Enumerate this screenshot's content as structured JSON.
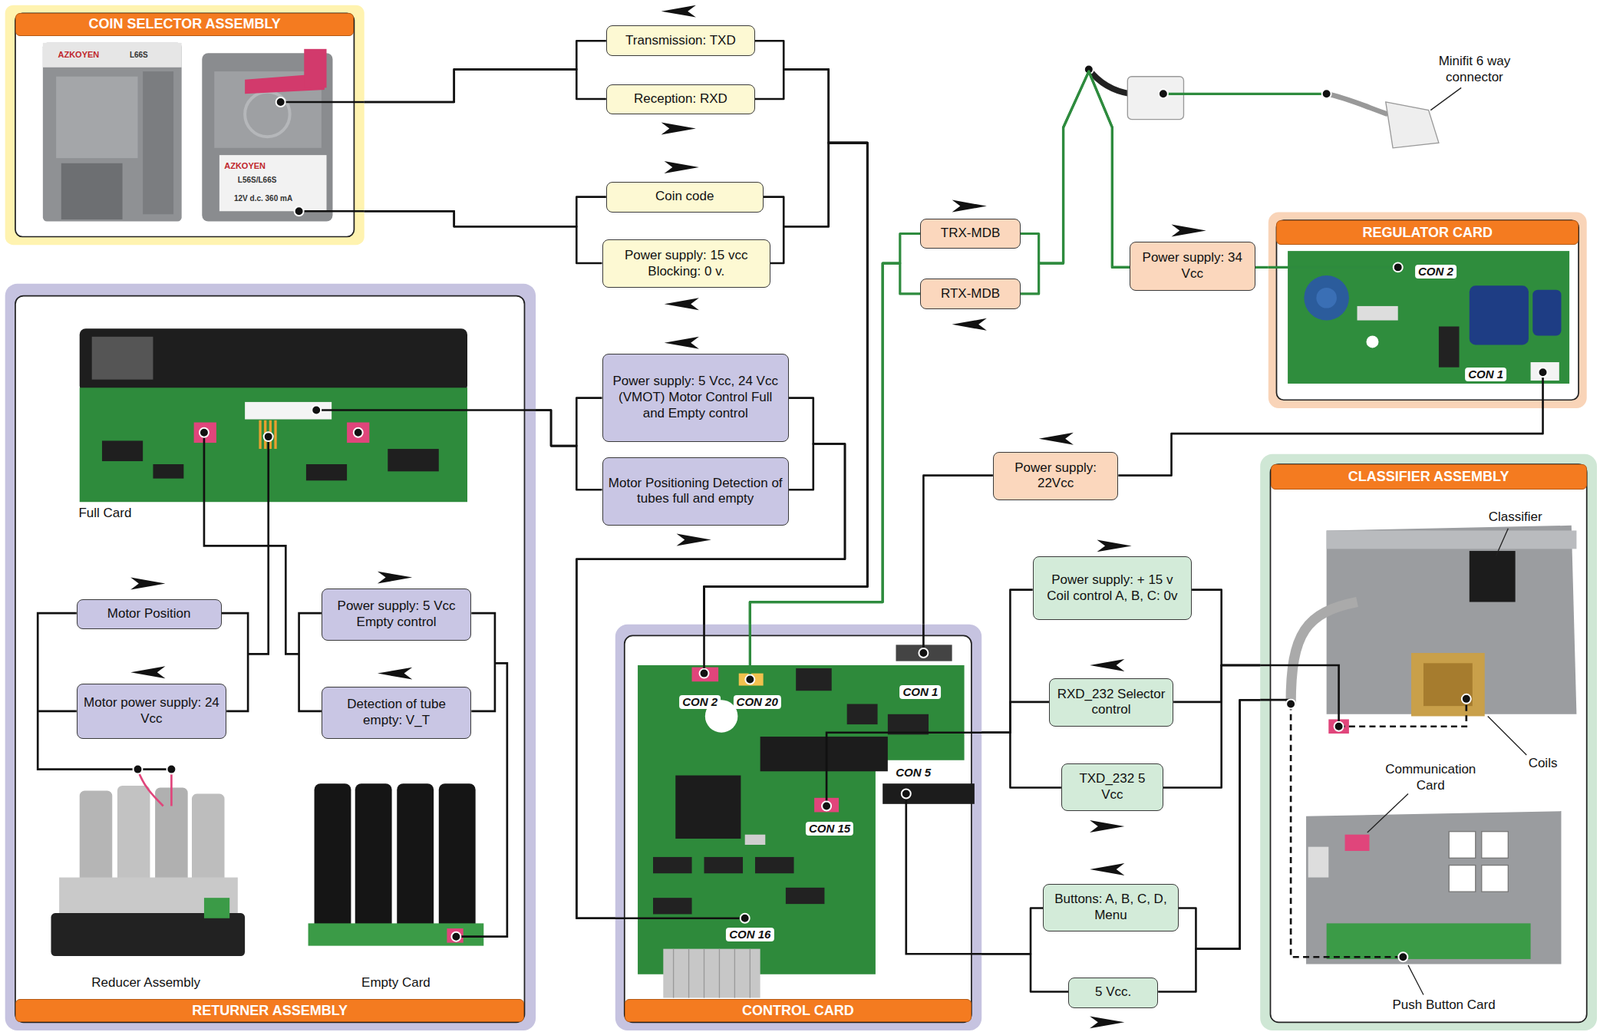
{
  "diagram": {
    "nodes": [
      {
        "text": [
          "COIN SELECTOR ASSEMBLY"
        ]
      },
      {
        "text": [
          "Transmission: TXD"
        ]
      },
      {
        "text": [
          "Reception: RXD"
        ]
      },
      {
        "text": [
          "Coin code"
        ]
      },
      {
        "text": [
          "Power supply: 15 vcc Blocking: 0 v."
        ]
      },
      {
        "text": [
          "RETURNER ASSEMBLY"
        ]
      },
      {
        "text": [
          "Power supply: 5 Vcc, 24 Vcc (VMOT) Motor Control Full and Empty control"
        ]
      },
      {
        "text": [
          "Motor Positioning Detection of tubes full and empty"
        ]
      },
      {
        "text": [
          "Motor Position"
        ],
        "in": 5
      },
      {
        "text": [
          "Motor power supply: 24 Vcc"
        ],
        "in": 5
      },
      {
        "text": [
          "Power supply: 5 Vcc Empty control"
        ],
        "in": 5
      },
      {
        "text": [
          "Detection of tube empty: V_T"
        ],
        "in": 5
      },
      {
        "text": [
          "CONTROL CARD"
        ]
      },
      {
        "text": [
          "TRX-MDB"
        ]
      },
      {
        "text": [
          "RTX-MDB"
        ]
      },
      {
        "text": [
          "Power supply: 34 Vcc"
        ]
      },
      {
        "text": [
          "REGULATOR CARD"
        ]
      },
      {
        "text": [
          "Power supply: 22Vcc"
        ]
      },
      {
        "text": [
          "CLASSIFIER ASSEMBLY"
        ]
      },
      {
        "text": [
          "Power supply: + 15 v Coil control A, B, C: 0v"
        ]
      },
      {
        "text": [
          "RXD_232 Selector control"
        ]
      },
      {
        "text": [
          "TXD_232 5 Vcc"
        ]
      },
      {
        "text": [
          "Buttons: A, B, C, D, Menu"
        ]
      },
      {
        "text": [
          "5 Vcc."
        ]
      }
    ],
    "edges": [
      {
        "from": 0,
        "to": 1,
        "arrow": "none"
      },
      {
        "from": 0,
        "to": 2,
        "arrow": "none"
      },
      {
        "from": 0,
        "to": 3,
        "arrow": "none"
      },
      {
        "from": 0,
        "to": 4,
        "arrow": "none"
      },
      {
        "from": 1,
        "to": 12,
        "arrow": "none"
      },
      {
        "from": 2,
        "to": 12,
        "arrow": "none"
      },
      {
        "from": 3,
        "to": 12,
        "arrow": "none"
      },
      {
        "from": 4,
        "to": 12,
        "arrow": "none"
      },
      {
        "from": 5,
        "to": 6,
        "arrow": "none"
      },
      {
        "from": 5,
        "to": 7,
        "arrow": "none"
      },
      {
        "from": 6,
        "to": 12,
        "arrow": "none"
      },
      {
        "from": 7,
        "to": 12,
        "arrow": "none"
      },
      {
        "from": 12,
        "to": 13,
        "arrow": "none"
      },
      {
        "from": 12,
        "to": 14,
        "arrow": "none"
      },
      {
        "from": 13,
        "to": 15,
        "arrow": "none"
      },
      {
        "from": 14,
        "to": 15,
        "arrow": "none"
      },
      {
        "from": 15,
        "to": 16,
        "arrow": "none"
      },
      {
        "from": 16,
        "to": 17,
        "arrow": "none"
      },
      {
        "from": 17,
        "to": 12,
        "arrow": "none"
      },
      {
        "from": 12,
        "to": 19,
        "arrow": "none"
      },
      {
        "from": 12,
        "to": 20,
        "arrow": "none"
      },
      {
        "from": 12,
        "to": 21,
        "arrow": "none"
      },
      {
        "from": 19,
        "to": 18,
        "arrow": "none"
      },
      {
        "from": 20,
        "to": 18,
        "arrow": "none"
      },
      {
        "from": 21,
        "to": 18,
        "arrow": "none"
      },
      {
        "from": 12,
        "to": 22,
        "arrow": "none"
      },
      {
        "from": 12,
        "to": 23,
        "arrow": "none"
      },
      {
        "from": 22,
        "to": 18,
        "arrow": "none"
      },
      {
        "from": 23,
        "to": 18,
        "arrow": "none"
      }
    ],
    "labels": [
      "AZKOYEN",
      "L66S",
      "AZKOYEN",
      "L56S/L66S",
      "12V d.c. 360 mA",
      "Full Card",
      "Reducer Assembly",
      "Empty Card",
      "CON 2",
      "CON 20",
      "CON 1",
      "CON 5",
      "CON 15",
      "CON 16",
      "CON 2",
      "CON 1",
      "Minifit 6 way connector",
      "Classifier",
      "Coils",
      "Communication Card",
      "Push Button Card"
    ]
  }
}
